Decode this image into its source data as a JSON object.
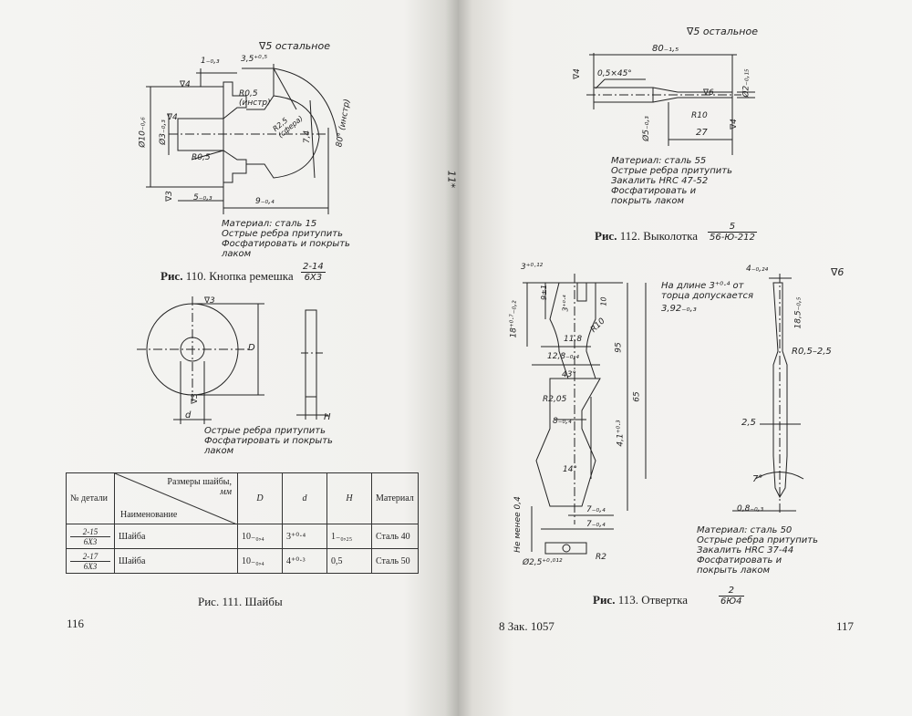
{
  "left_page": {
    "fig110": {
      "finish_note": "∇5 остальное",
      "dims": [
        "1₋₀,₃",
        "3,5⁺⁰·⁵",
        "∇4",
        "R0,5 (инстр)",
        "R2,5 (сфера)",
        "∇4",
        "Ø10₋₀,₆",
        "Ø3₋₀,₃",
        "R0,5",
        "7,4",
        "80° (инстр)",
        "∇3",
        "5₋₀,₃",
        "9₋₀,₄"
      ],
      "notes": [
        "Материал: сталь 15",
        "Острые ребра притупить",
        "Фосфатировать и покрыть",
        "лаком"
      ],
      "caption_prefix": "Рис.",
      "caption_text": "110. Кнопка ремешка",
      "caption_num": "2-14",
      "caption_den": "6Х3"
    },
    "fig111": {
      "dims": [
        "∇3",
        "D",
        "d",
        "∇3",
        "H"
      ],
      "notes": [
        "Острые ребра притупить",
        "Фосфатировать и покрыть",
        "лаком"
      ],
      "table": {
        "header_part_no": "№ детали",
        "header_sizes": "Размеры шайбы,",
        "header_units": "мм",
        "header_name": "Наименование",
        "header_D": "D",
        "header_d": "d",
        "header_H": "H",
        "header_material": "Материал",
        "rows": [
          {
            "part_num": "2-15",
            "part_den": "6Х3",
            "name": "Шайба",
            "D": "10₋₀,₄",
            "d": "3⁺⁰·⁴",
            "H": "1₋₀,₂₅",
            "material": "Сталь 40"
          },
          {
            "part_num": "2-17",
            "part_den": "6Х3",
            "name": "Шайба",
            "D": "10₋₀,₄",
            "d": "4⁺⁰·³",
            "H": "0,5",
            "material": "Сталь 50"
          }
        ]
      },
      "caption": "Рис. 111. Шайбы"
    },
    "page_number": "116"
  },
  "right_page": {
    "fig112": {
      "finish_note": "∇5 остальное",
      "dims": [
        "80₋₁,₅",
        "∇4",
        "0,5×45°",
        "∇6",
        "Ø2₋₀,₁₅",
        "R10",
        "Ø5₋₀,₃",
        "27",
        "∇4"
      ],
      "notes": [
        "Материал: сталь 55",
        "Острые ребра притупить",
        "Закалить HRC 47-52",
        "Фосфатировать и",
        "покрыть лаком"
      ],
      "caption_prefix": "Рис.",
      "caption_text": "112. Выколотка",
      "caption_num": "5",
      "caption_den": "56-Ю-212"
    },
    "fig113": {
      "dims": [
        "3⁺⁰·¹²",
        "18⁺⁰·⁷₋₀,₂",
        "9±1",
        "3⁺⁰·⁴",
        "10",
        "R10",
        "11,8",
        "12,8₋₀,₄",
        "43°",
        "R2,05",
        "8₋₀,₄",
        "4,1⁺⁰·³",
        "65",
        "95",
        "14°",
        "7₋₀,₄",
        "7₋₀,₄",
        "Не менее 0,4",
        "Ø2,5⁺⁰·⁰¹²",
        "R2",
        "4₋₀,₂₄",
        "∇6",
        "18,5₋₀,₅",
        "R0,5–2,5",
        "2,5",
        "7°",
        "0,8₋₀,₃"
      ],
      "dim_note": [
        "На длине 3⁺⁰·⁴ от",
        "торца допускается",
        "3,92₋₀,₃"
      ],
      "notes": [
        "Материал: сталь 50",
        "Острые ребра притупить",
        "Закалить HRC 37-44",
        "Фосфатировать и",
        "покрыть лаком"
      ],
      "caption_prefix": "Рис.",
      "caption_text": "113. Отвертка",
      "caption_num": "2",
      "caption_den": "6Ю4"
    },
    "footer_signature": "8 Зак. 1057",
    "page_number": "117",
    "gutter_mark": "11*"
  }
}
